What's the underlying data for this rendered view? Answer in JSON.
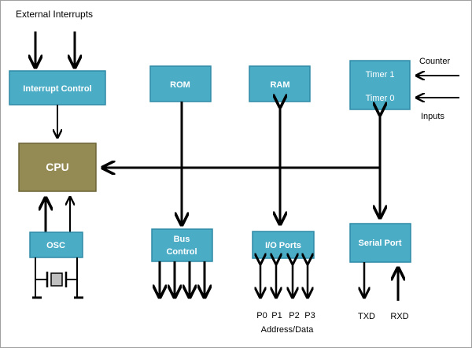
{
  "colors": {
    "block_fill": "#4bacc6",
    "block_border": "#2e8aa6",
    "cpu_fill": "#948a54",
    "cpu_border": "#6b6336",
    "line": "#000000",
    "background": "#ffffff"
  },
  "labels": {
    "external_interrupts": "External Interrupts",
    "interrupt_control": "Interrupt Control",
    "rom": "ROM",
    "ram": "RAM",
    "timer1": "Timer 1",
    "timer0": "Timer 0",
    "counter": "Counter",
    "inputs": "Inputs",
    "cpu": "CPU",
    "osc": "OSC",
    "bus_control_line1": "Bus",
    "bus_control_line2": "Control",
    "io_ports": "I/O Ports",
    "serial_port": "Serial Port",
    "p0": "P0",
    "p1": "P1",
    "p2": "P2",
    "p3": "P3",
    "address_data": "Address/Data",
    "txd": "TXD",
    "rxd": "RXD"
  }
}
